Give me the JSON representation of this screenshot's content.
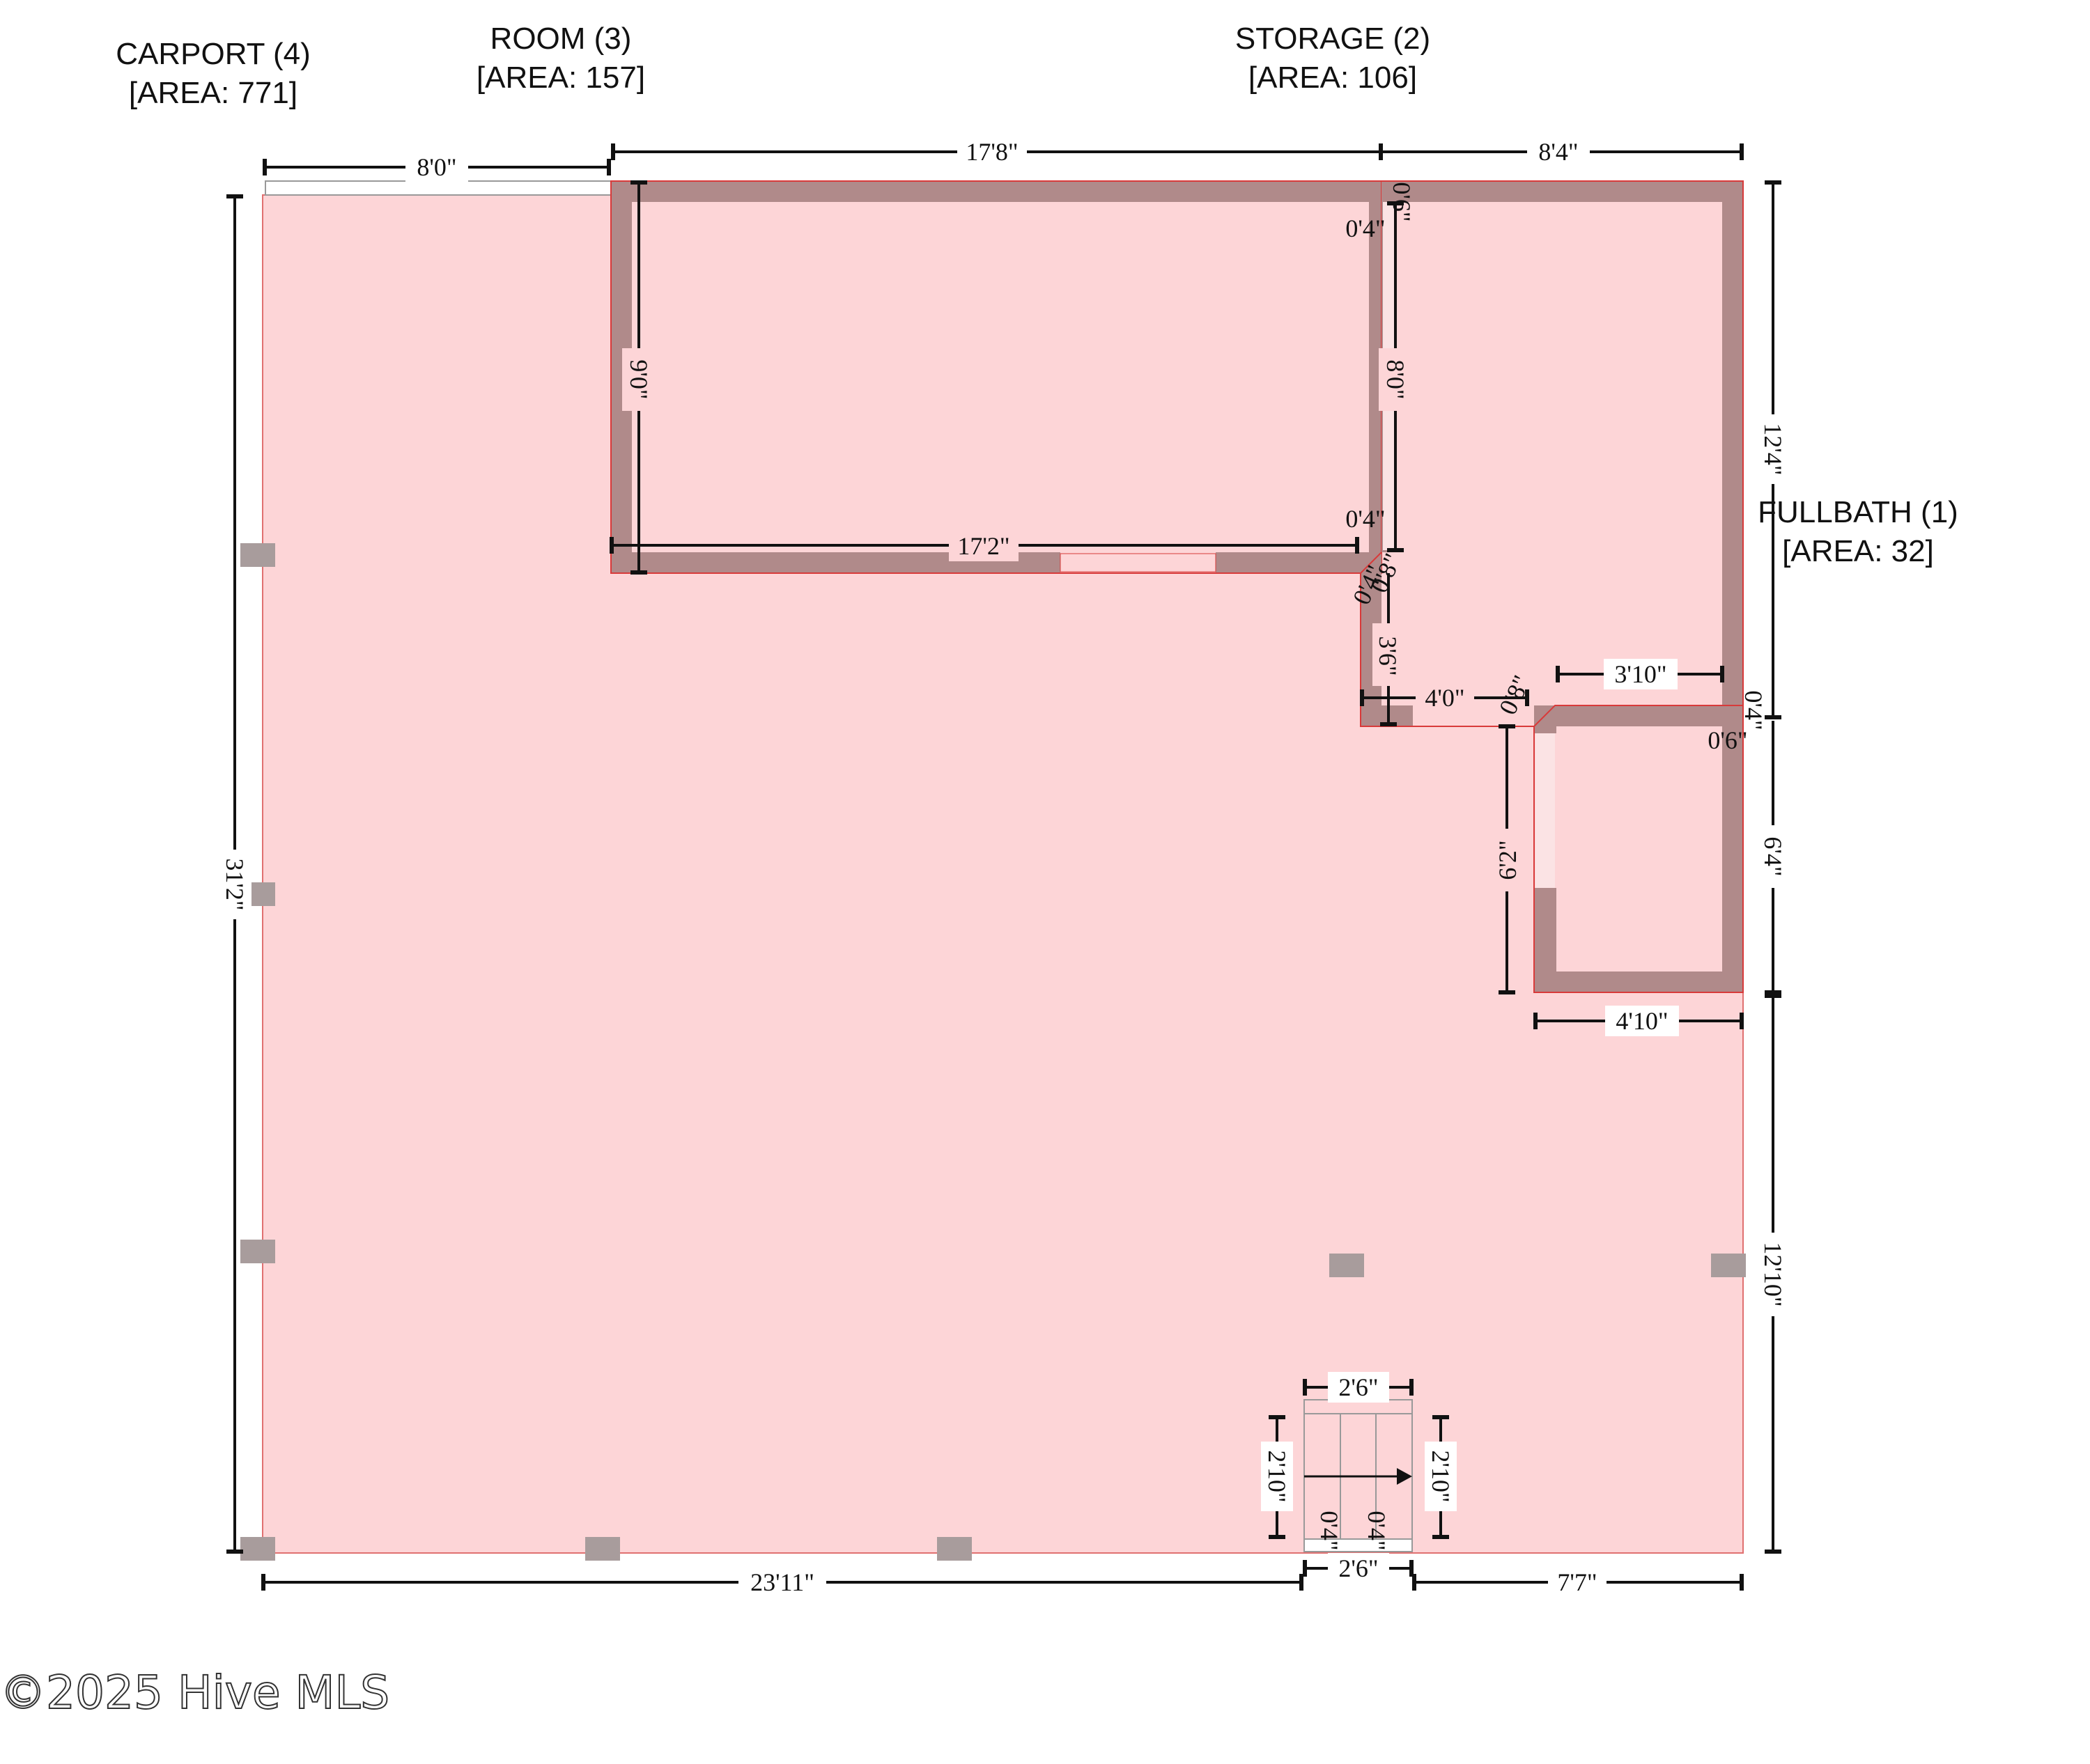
{
  "rooms": {
    "carport": {
      "name": "CARPORT (4)",
      "area": "[AREA: 771]"
    },
    "room": {
      "name": "ROOM (3)",
      "area": "[AREA: 157]"
    },
    "storage": {
      "name": "STORAGE (2)",
      "area": "[AREA: 106]"
    },
    "fullbath": {
      "name": "FULLBATH (1)",
      "area": "[AREA: 32]"
    }
  },
  "dimensions": {
    "top_carport_width": "8'0\"",
    "top_room_width": "17'8\"",
    "top_storage_width": "8'4\"",
    "room_wall_inner": "0'6\"",
    "room_inner_top": "0'4\"",
    "room_inner_height": "9'0\"",
    "storage_inner_height": "8'0\"",
    "room_inner_mid": "0'4\"",
    "room_inner_width": "17'2\"",
    "diag_small": "0'4\"",
    "diag_small2": "0'8\"",
    "storage_lower": "3'6\"",
    "storage_step": "4'0\"",
    "diag_bath": "0'8\"",
    "bath_top_width": "3'10\"",
    "bath_wall_right": "0'4\"",
    "bath_wall_top": "0'6\"",
    "right_upper": "12'4\"",
    "bath_height": "6'2\"",
    "right_mid": "6'4\"",
    "bath_width": "4'10\"",
    "right_lower": "12'10\"",
    "left_total": "31'2\"",
    "bottom_left": "23'11\"",
    "bottom_stair": "2'6\"",
    "bottom_right": "7'7\"",
    "stair_width": "2'6\"",
    "stair_left_depth": "2'10\"",
    "stair_right_depth": "2'10\"",
    "stair_side_a": "0'4\"",
    "stair_side_b": "0'4\""
  },
  "watermark": "©2025 Hive MLS"
}
